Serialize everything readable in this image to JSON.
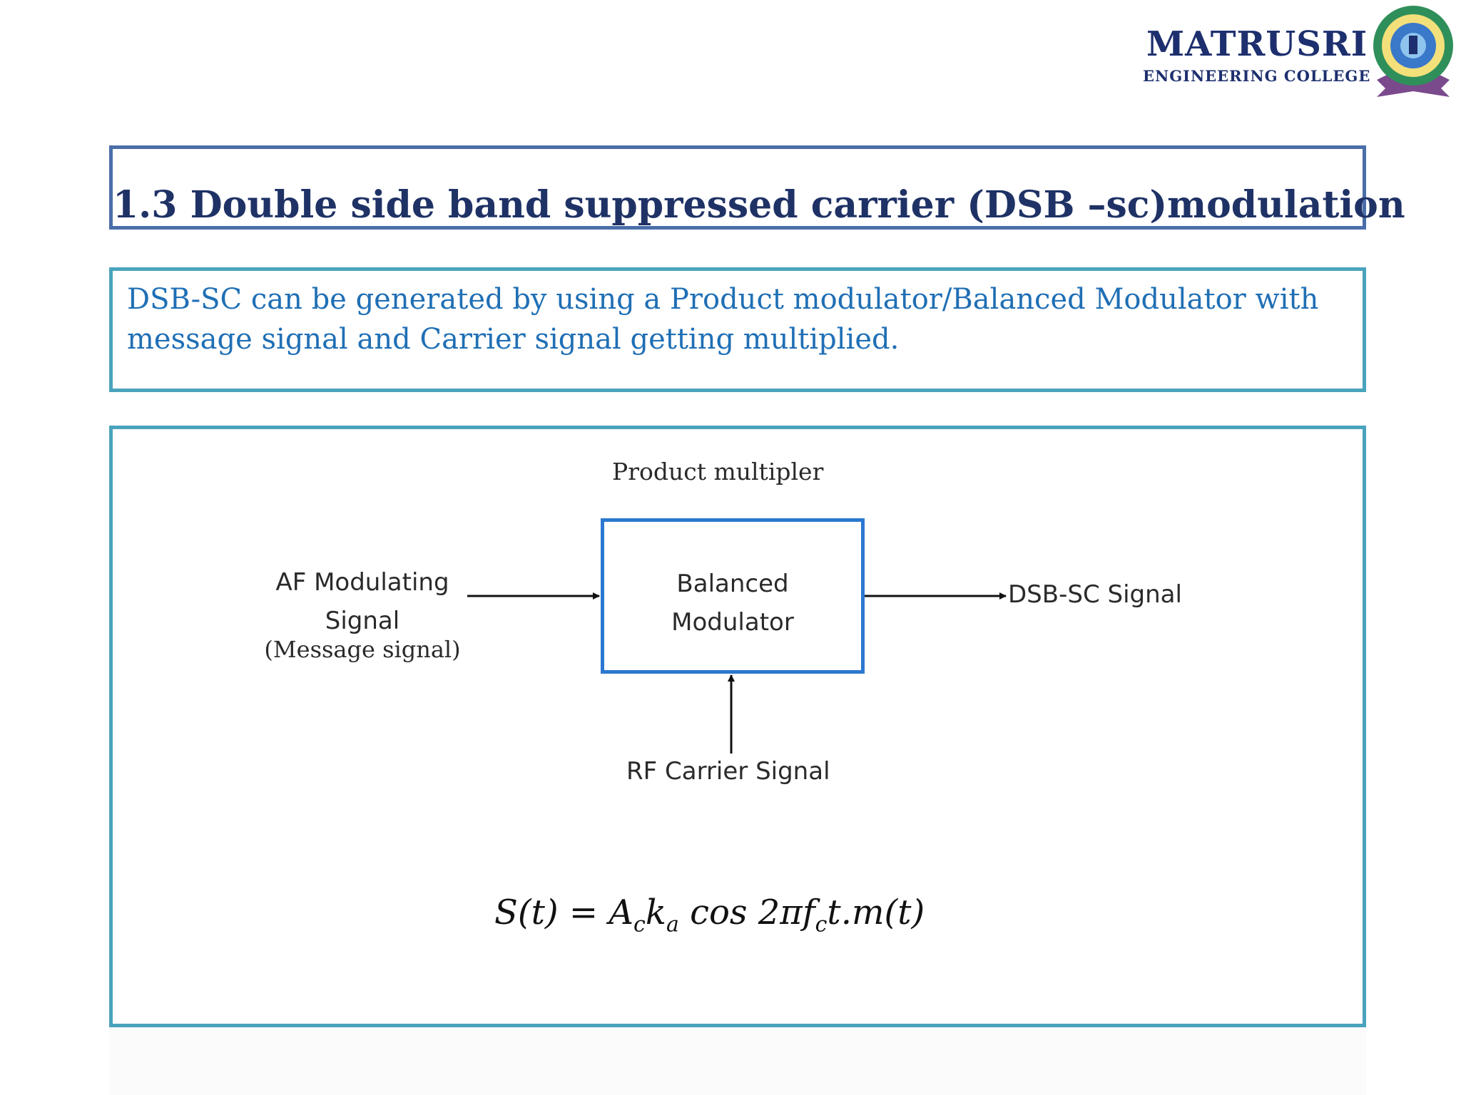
{
  "logo": {
    "name": "MATRUSRI",
    "subtitle": "ENGINEERING COLLEGE"
  },
  "slide": {
    "title": "1.3 Double side band suppressed carrier (DSB –sc)modulation",
    "description_line1": "DSB-SC can be generated by using a Product modulator/Balanced Modulator with",
    "description_line2": "message signal and Carrier signal getting multiplied."
  },
  "diagram": {
    "top_label": "Product multipler",
    "input_label_line1": "AF Modulating",
    "input_label_line2": "Signal",
    "input_label_line3": "(Message signal)",
    "block_line1": "Balanced",
    "block_line2": "Modulator",
    "output_label": "DSB-SC Signal",
    "carrier_label": "RF Carrier Signal",
    "formula": {
      "lhs": "S(t) = A",
      "sub1": "c",
      "mid1": "k",
      "sub2": "a",
      "mid2": " cos 2πf",
      "sub3": "c",
      "rhs": "t.m(t)"
    }
  },
  "colors": {
    "title_border": "#4a6ea9",
    "box_border": "#4aa3bd",
    "title_text": "#1f3266",
    "body_text": "#1f6fb5",
    "block_border": "#2b78d0"
  }
}
